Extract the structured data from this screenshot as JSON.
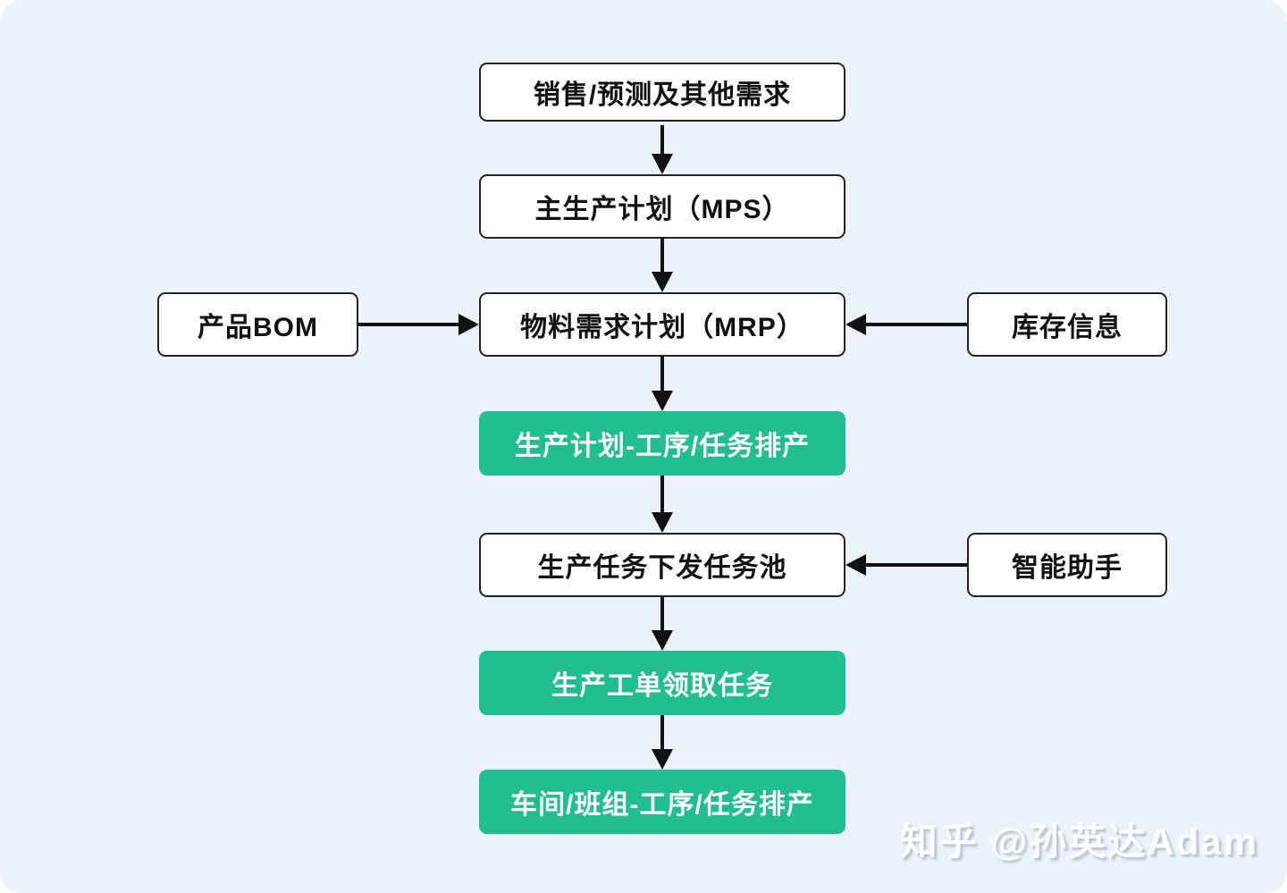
{
  "canvas": {
    "background_color": "#EBF2FA",
    "watermark": "知乎 @孙英达Adam"
  },
  "colors": {
    "green_accent": "#21BF8F",
    "box_border": "#232323",
    "arrow": "#111111",
    "white_box_text": "#111111",
    "green_box_text": "#FFFFFF"
  },
  "nodes": {
    "sales": {
      "label": "销售/预测及其他需求",
      "style": "white"
    },
    "mps": {
      "label": "主生产计划（MPS）",
      "style": "white"
    },
    "bom": {
      "label": "产品BOM",
      "style": "white"
    },
    "mrp": {
      "label": "物料需求计划（MRP）",
      "style": "white"
    },
    "inventory": {
      "label": "库存信息",
      "style": "white"
    },
    "plan_scheduling": {
      "label": "生产计划-工序/任务排产",
      "style": "green"
    },
    "task_pool": {
      "label": "生产任务下发任务池",
      "style": "white"
    },
    "assistant": {
      "label": "智能助手",
      "style": "white"
    },
    "work_order": {
      "label": "生产工单领取任务",
      "style": "green"
    },
    "workshop_scheduling": {
      "label": "车间/班组-工序/任务排产",
      "style": "green"
    }
  },
  "edges": [
    {
      "from": "sales",
      "to": "mps",
      "direction": "down"
    },
    {
      "from": "mps",
      "to": "mrp",
      "direction": "down"
    },
    {
      "from": "bom",
      "to": "mrp",
      "direction": "right"
    },
    {
      "from": "inventory",
      "to": "mrp",
      "direction": "left"
    },
    {
      "from": "mrp",
      "to": "plan_scheduling",
      "direction": "down"
    },
    {
      "from": "plan_scheduling",
      "to": "task_pool",
      "direction": "down"
    },
    {
      "from": "assistant",
      "to": "task_pool",
      "direction": "left"
    },
    {
      "from": "task_pool",
      "to": "work_order",
      "direction": "down"
    },
    {
      "from": "work_order",
      "to": "workshop_scheduling",
      "direction": "down"
    }
  ]
}
